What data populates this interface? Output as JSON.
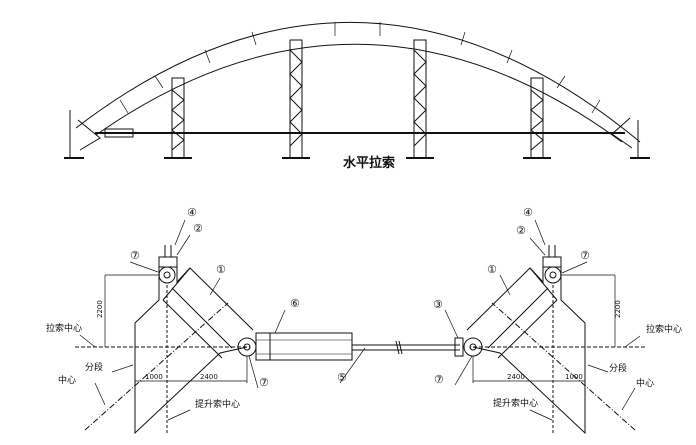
{
  "elevation": {
    "title": "水平拉索"
  },
  "detail": {
    "labels": {
      "cable_center": "拉索中心",
      "segment": "分段",
      "center": "中心",
      "lift_cable_center": "提升索中心"
    },
    "dims": {
      "height": "2200",
      "a": "1000",
      "b": "2400"
    },
    "callouts": {
      "c1": "①",
      "c2": "②",
      "c3": "③",
      "c4": "④",
      "c5": "⑤",
      "c6": "⑥",
      "c7": "⑦"
    }
  }
}
